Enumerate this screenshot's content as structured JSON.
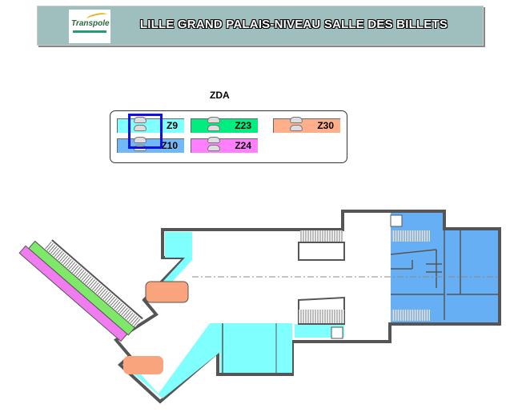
{
  "header": {
    "title": "LILLE GRAND PALAIS-NIVEAU SALLE DES BILLETS",
    "logo_text": "Transpole"
  },
  "legend": {
    "title": "ZDA",
    "items": [
      {
        "label": "Z9",
        "color": "#80ffff"
      },
      {
        "label": "Z23",
        "color": "#00ee80"
      },
      {
        "label": "Z30",
        "color": "#ffb08a"
      },
      {
        "label": "Z10",
        "color": "#70b8f8"
      },
      {
        "label": "Z24",
        "color": "#ff80ff"
      }
    ],
    "selected": "Z9"
  },
  "colors": {
    "z9": "#80ffff",
    "z10": "#66aff5",
    "z30": "#f9a47c",
    "z23": "#7fe86a",
    "z24": "#f07cf0",
    "wall": "#555555"
  }
}
